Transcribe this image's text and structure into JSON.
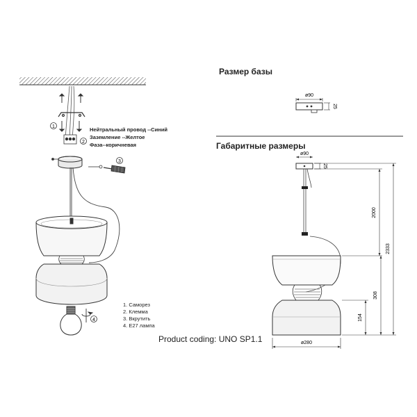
{
  "titles": {
    "base_size": "Размер базы",
    "overall_dims": "Габаритные размеры"
  },
  "wiring": {
    "neutral": "Нейтральный провод --Синий",
    "ground": "Заземление --Желтое",
    "phase": "Фаза--коричневая"
  },
  "legend": [
    "1. Саморез",
    "2. Клемма",
    "3. Вкрутить",
    "4. E27 лампа"
  ],
  "step_numbers": [
    "1",
    "2",
    "3",
    "4"
  ],
  "product_coding": "Product coding: UNO SP1.1",
  "base_dims": {
    "diameter": "ø90",
    "height": "25"
  },
  "overall": {
    "canopy_diameter": "ø90",
    "canopy_height": "25",
    "cable_length": "2000",
    "total_height": "2333",
    "body_height": "308",
    "lower_height": "154",
    "shade_diameter": "ø280"
  }
}
